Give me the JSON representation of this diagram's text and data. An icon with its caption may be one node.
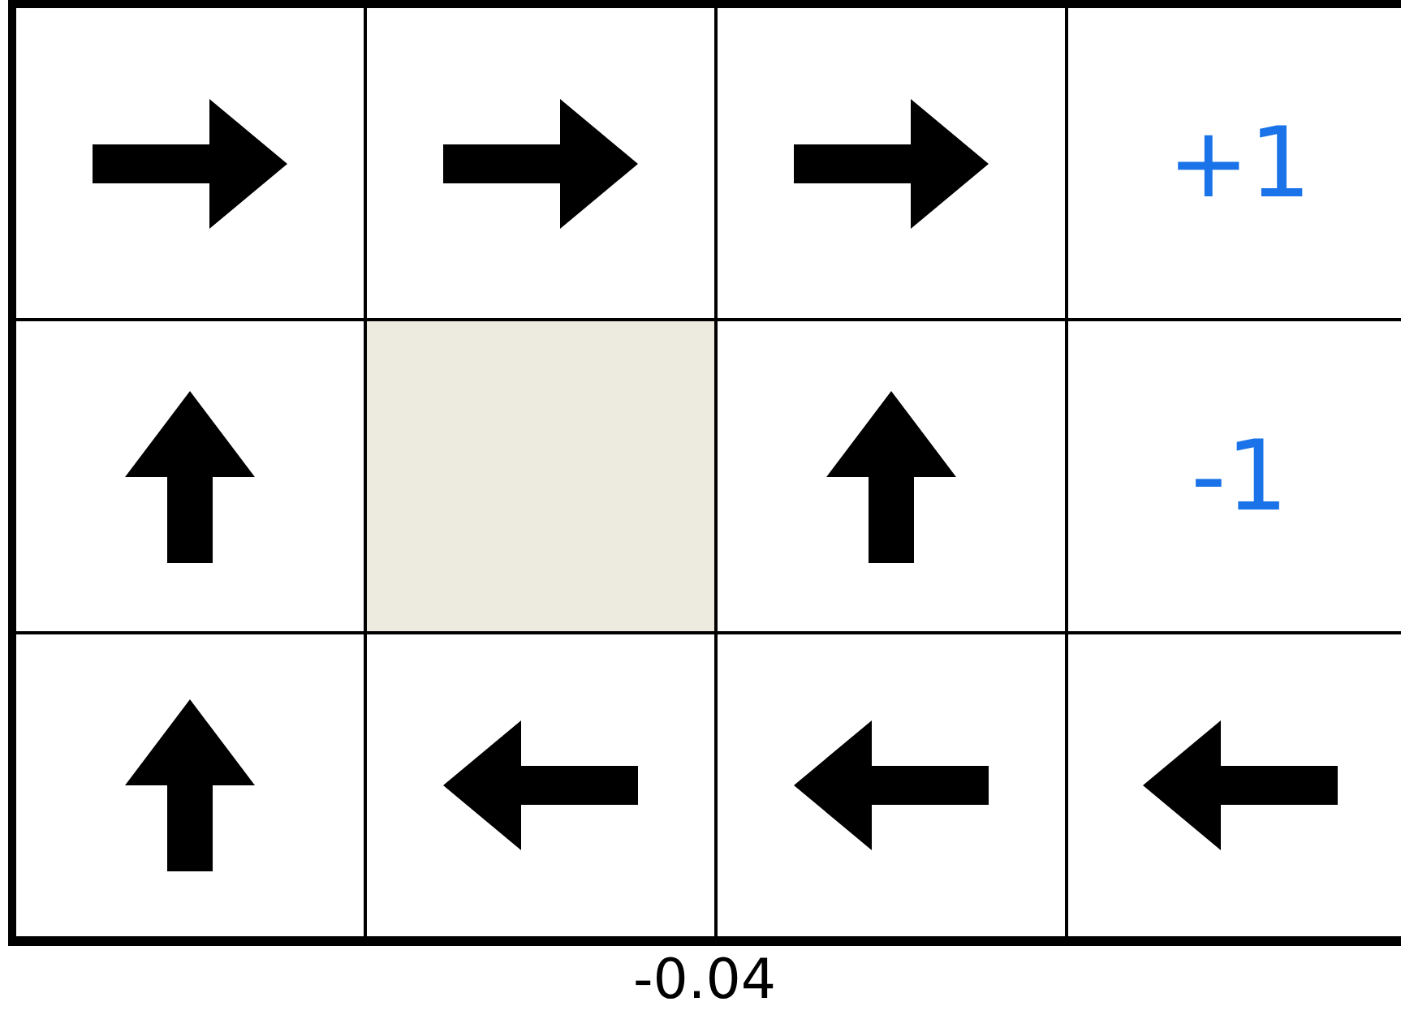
{
  "diagram": {
    "nodes": [
      {
        "text": [],
        "shape": "box"
      },
      {
        "text": [],
        "shape": "box"
      },
      {
        "text": [],
        "shape": "box"
      },
      {
        "text": [
          "+1"
        ]
      },
      {
        "text": [],
        "shape": "box"
      },
      {
        "text": [],
        "shape": "box"
      },
      {
        "text": [],
        "shape": "box"
      },
      {
        "text": [
          "-1"
        ]
      },
      {
        "text": [],
        "shape": "box"
      },
      {
        "text": [],
        "shape": "box"
      },
      {
        "text": [],
        "shape": "box"
      },
      {
        "text": [],
        "shape": "box"
      }
    ],
    "edges": [],
    "labels": [
      "-0.04"
    ]
  }
}
